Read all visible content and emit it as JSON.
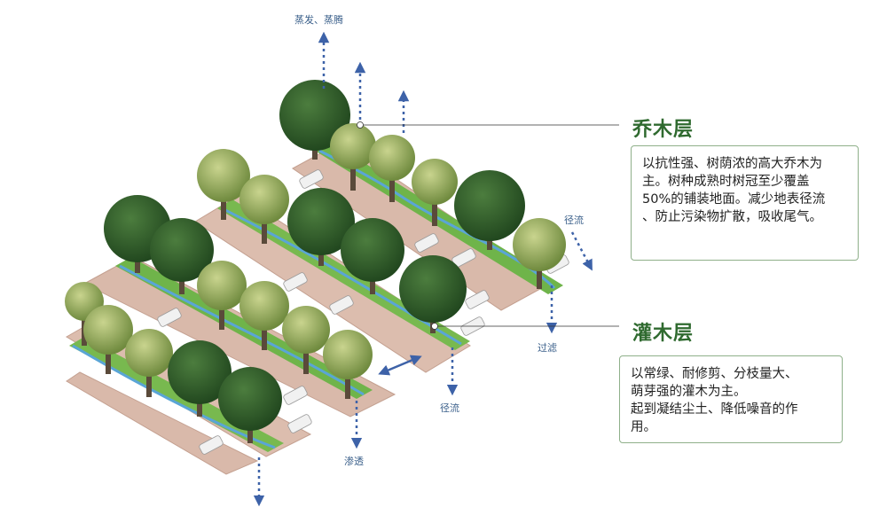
{
  "annotations": {
    "evaporation": "蒸发、蒸腾",
    "runoff_right": "径流",
    "filtration": "过滤",
    "runoff_bottom": "径流",
    "infiltration": "渗透"
  },
  "tree_layer": {
    "title": "乔木层",
    "lines": [
      "以抗性强、树荫浓的高大乔木为",
      "主。树种成熟时树冠至少覆盖",
      "50%的铺装地面。减少地表径流",
      "、防止污染物扩散，吸收尾气。"
    ]
  },
  "shrub_layer": {
    "title": "灌木层",
    "lines": [
      "以常绿、耐修剪、分枝量大、",
      "萌芽强的灌木为主。",
      "起到凝结尘土、降低噪音的作",
      "用。"
    ]
  },
  "colors": {
    "paving": "#d9b9aa",
    "paving_line": "#c4a090",
    "green_strip": "#6fb44a",
    "water": "#5aa5d6",
    "tree_dark": "#2f5e2a",
    "tree_light": "#8ea65a",
    "arrow": "#3d62a8",
    "title": "#2f6a2f",
    "box_border": "#8fb08a"
  }
}
